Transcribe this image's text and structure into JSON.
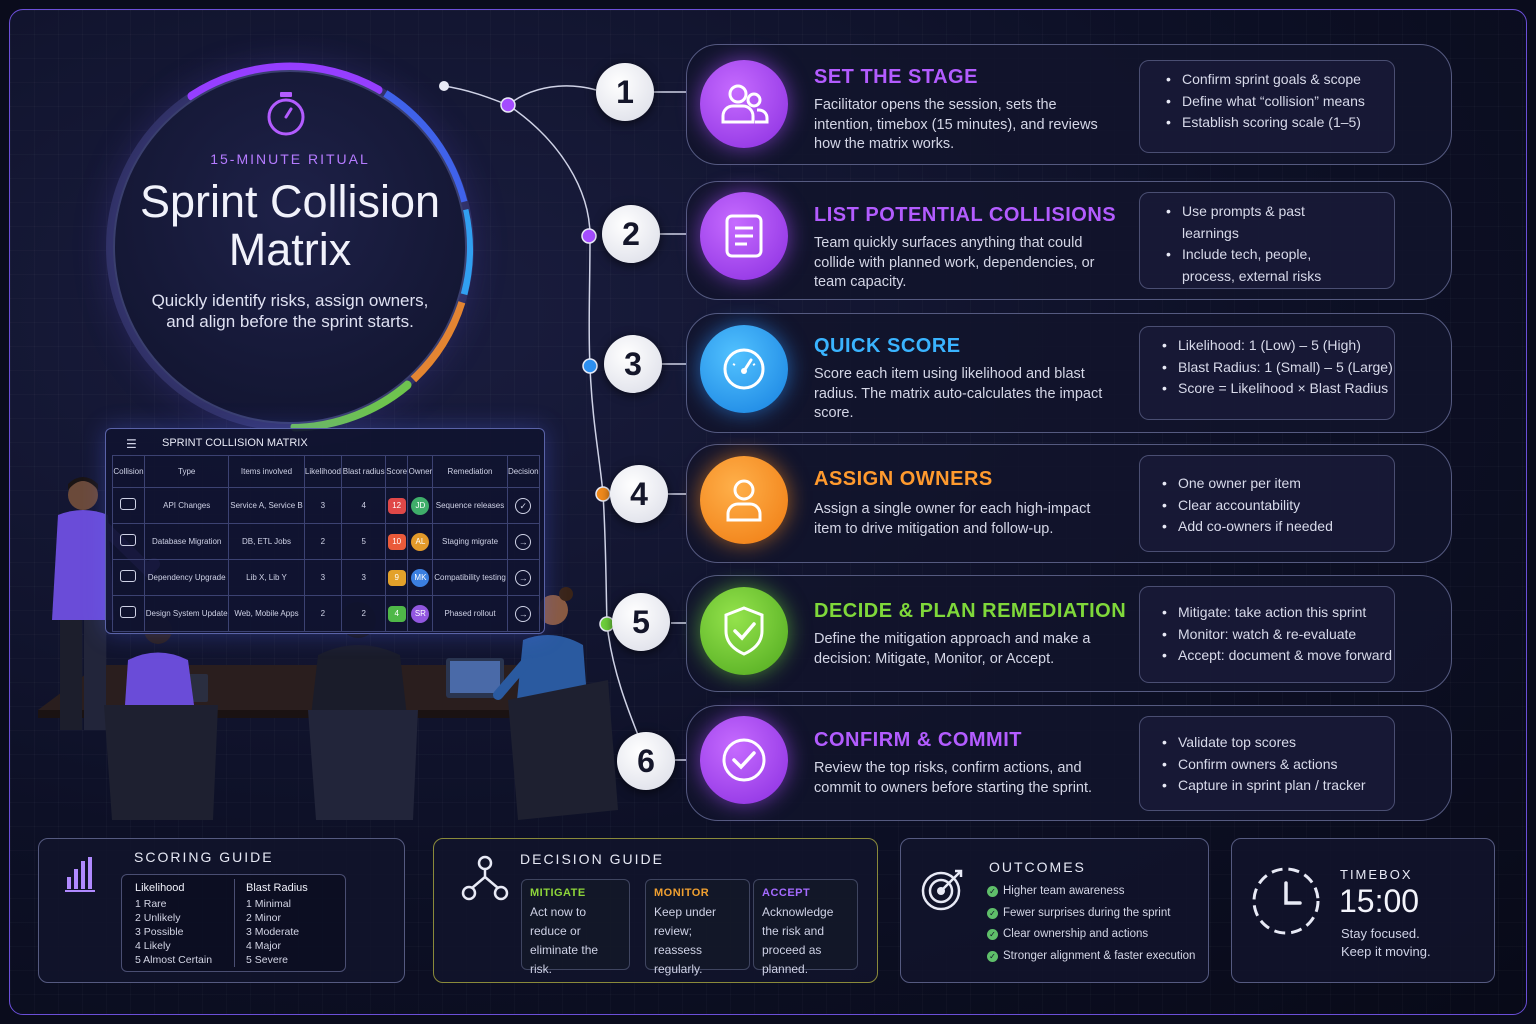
{
  "hero": {
    "kicker": "15-MINUTE RITUAL",
    "title": "Sprint Collision Matrix",
    "subtitle": "Quickly identify risks, assign owners, and align before the sprint starts."
  },
  "steps": [
    {
      "num": "1",
      "title": "SET THE STAGE",
      "color": "#b35cff",
      "desc": "Facilitator opens the session, sets the intention, timebox (15 minutes), and reviews how the matrix works.",
      "bullets": [
        "Confirm sprint goals & scope",
        "Define what “collision” means",
        "Establish scoring scale (1–5)"
      ],
      "icon": "people-icon"
    },
    {
      "num": "2",
      "title": "LIST POTENTIAL COLLISIONS",
      "color": "#b35cff",
      "desc": "Team quickly surfaces anything that could collide with planned work, dependencies, or team capacity.",
      "bullets": [
        "Use prompts & past learnings",
        "Include tech, people, process, external risks"
      ],
      "icon": "list-icon"
    },
    {
      "num": "3",
      "title": "QUICK SCORE",
      "color": "#3ab4ff",
      "desc": "Score each item using likelihood and blast radius. The matrix auto-calculates the impact score.",
      "bullets": [
        "Likelihood: 1 (Low) – 5 (High)",
        "Blast Radius: 1 (Small) – 5 (Large)",
        "Score = Likelihood × Blast Radius"
      ],
      "icon": "gauge-icon"
    },
    {
      "num": "4",
      "title": "ASSIGN OWNERS",
      "color": "#ff9a2e",
      "desc": "Assign a single owner for each high-impact item to drive mitigation and follow-up.",
      "bullets": [
        "One owner per item",
        "Clear accountability",
        "Add co-owners if needed"
      ],
      "icon": "person-icon"
    },
    {
      "num": "5",
      "title": "DECIDE & PLAN REMEDIATION",
      "color": "#7fd83a",
      "desc": "Define the mitigation approach and make a decision: Mitigate, Monitor, or Accept.",
      "bullets": [
        "Mitigate: take action this sprint",
        "Monitor: watch & re-evaluate",
        "Accept: document & move forward"
      ],
      "icon": "shield-check-icon"
    },
    {
      "num": "6",
      "title": "CONFIRM & COMMIT",
      "color": "#b35cff",
      "desc": "Review the top risks, confirm actions, and commit to owners before starting the sprint.",
      "bullets": [
        "Validate top scores",
        "Confirm owners & actions",
        "Capture in sprint plan / tracker"
      ],
      "icon": "check-circle-icon"
    }
  ],
  "matrix": {
    "title": "SPRINT COLLISION MATRIX",
    "headers": [
      "Collision",
      "Type",
      "Items involved",
      "Likelihood",
      "Blast radius",
      "Score",
      "Owner",
      "Remediation",
      "Decision"
    ],
    "rows": [
      {
        "type": "API Changes",
        "items": "Service A, Service B",
        "likelihood": "3",
        "blast": "4",
        "score": "12",
        "score_color": "#e04848",
        "owner": "JD",
        "owner_color": "#3fae6a",
        "remediation": "Sequence releases"
      },
      {
        "type": "Database Migration",
        "items": "DB, ETL Jobs",
        "likelihood": "2",
        "blast": "5",
        "score": "10",
        "score_color": "#ea5a3a",
        "owner": "AL",
        "owner_color": "#e39a2a",
        "remediation": "Staging migrate"
      },
      {
        "type": "Dependency Upgrade",
        "items": "Lib X, Lib Y",
        "likelihood": "3",
        "blast": "3",
        "score": "9",
        "score_color": "#e3a12a",
        "owner": "MK",
        "owner_color": "#3b7fe0",
        "remediation": "Compatibility testing"
      },
      {
        "type": "Design System Update",
        "items": "Web, Mobile Apps",
        "likelihood": "2",
        "blast": "2",
        "score": "4",
        "score_color": "#4fb848",
        "owner": "SR",
        "owner_color": "#9257e0",
        "remediation": "Phased rollout"
      }
    ]
  },
  "scoring_guide": {
    "title": "SCORING GUIDE",
    "likelihood_header": "Likelihood",
    "likelihood": [
      "1  Rare",
      "2  Unlikely",
      "3  Possible",
      "4  Likely",
      "5  Almost Certain"
    ],
    "blast_header": "Blast Radius",
    "blast": [
      "1  Minimal",
      "2  Minor",
      "3  Moderate",
      "4  Major",
      "5  Severe"
    ]
  },
  "decision_guide": {
    "title": "DECISION GUIDE",
    "options": [
      {
        "label": "MITIGATE",
        "color": "#8ed63a",
        "text": "Act now to reduce or eliminate the risk."
      },
      {
        "label": "MONITOR",
        "color": "#f0a030",
        "text": "Keep under review; reassess regularly."
      },
      {
        "label": "ACCEPT",
        "color": "#a56bff",
        "text": "Acknowledge the risk and proceed as planned."
      }
    ]
  },
  "outcomes": {
    "title": "OUTCOMES",
    "items": [
      "Higher team awareness",
      "Fewer surprises during the sprint",
      "Clear ownership and actions",
      "Stronger alignment & faster execution"
    ]
  },
  "timebox": {
    "title": "TIMEBOX",
    "time": "15:00",
    "line1": "Stay focused.",
    "line2": "Keep it moving."
  }
}
